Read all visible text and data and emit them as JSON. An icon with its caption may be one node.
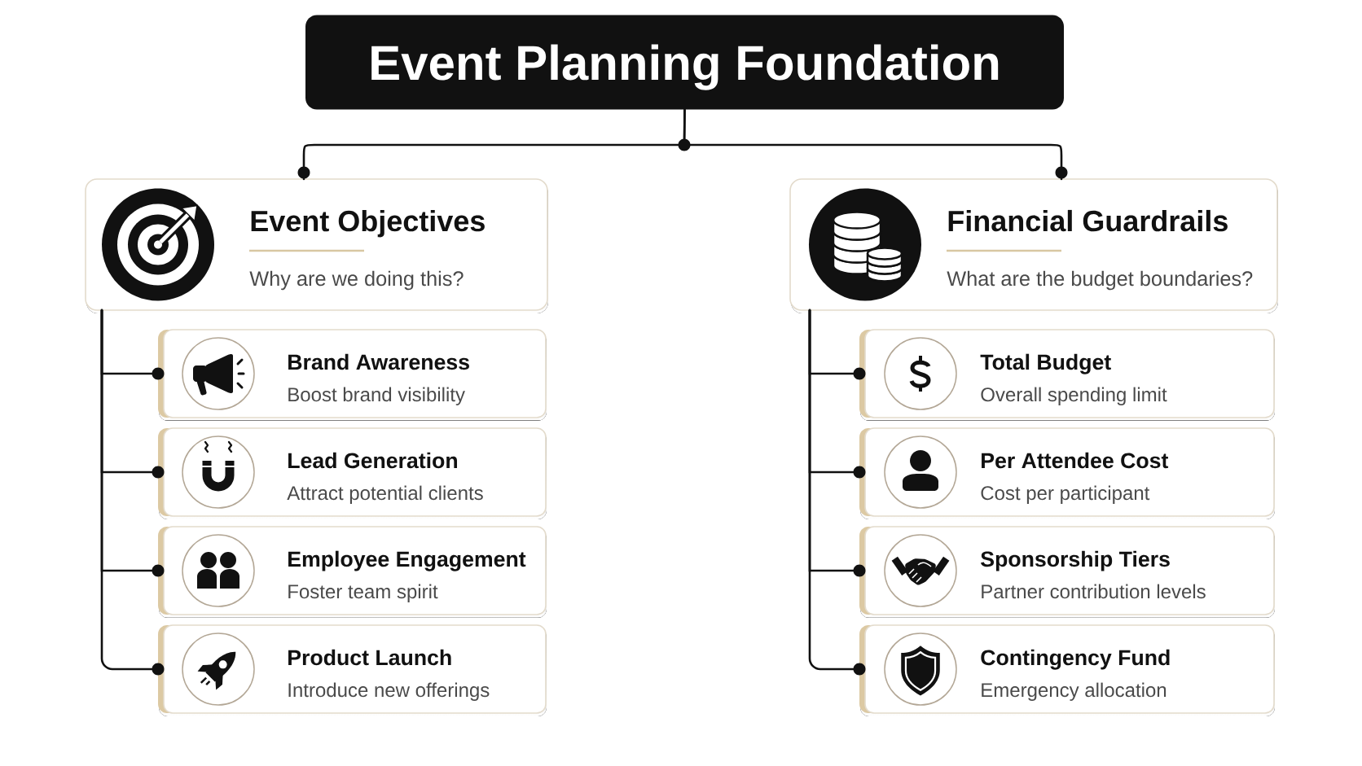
{
  "diagram": {
    "nodes": [
      {
        "text": [
          "Event Planning Foundation"
        ]
      },
      {
        "text": [
          "Event Objectives",
          "Why are we doing this?"
        ]
      },
      {
        "text": [
          "Financial Guardrails",
          "What are the budget boundaries?"
        ]
      },
      {
        "text": [
          "Brand Awareness",
          "Boost brand visibility"
        ]
      },
      {
        "text": [
          "Lead Generation",
          "Attract potential clients"
        ]
      },
      {
        "text": [
          "Employee Engagement",
          "Foster team spirit"
        ]
      },
      {
        "text": [
          "Product Launch",
          "Introduce new offerings"
        ]
      },
      {
        "text": [
          "Total Budget",
          "Overall spending limit"
        ]
      },
      {
        "text": [
          "Per Attendee Cost",
          "Cost per participant"
        ]
      },
      {
        "text": [
          "Sponsorship Tiers",
          "Partner contribution levels"
        ]
      },
      {
        "text": [
          "Contingency Fund",
          "Emergency allocation"
        ]
      }
    ],
    "edges": [
      {
        "from": 0,
        "to": 1,
        "arrow": "other"
      },
      {
        "from": 0,
        "to": 2,
        "arrow": "other"
      },
      {
        "from": 1,
        "to": 3,
        "arrow": "other"
      },
      {
        "from": 1,
        "to": 4,
        "arrow": "other"
      },
      {
        "from": 1,
        "to": 5,
        "arrow": "other"
      },
      {
        "from": 1,
        "to": 6,
        "arrow": "other"
      },
      {
        "from": 2,
        "to": 7,
        "arrow": "other"
      },
      {
        "from": 2,
        "to": 8,
        "arrow": "other"
      },
      {
        "from": 2,
        "to": 9,
        "arrow": "other"
      },
      {
        "from": 2,
        "to": 10,
        "arrow": "other"
      }
    ]
  }
}
